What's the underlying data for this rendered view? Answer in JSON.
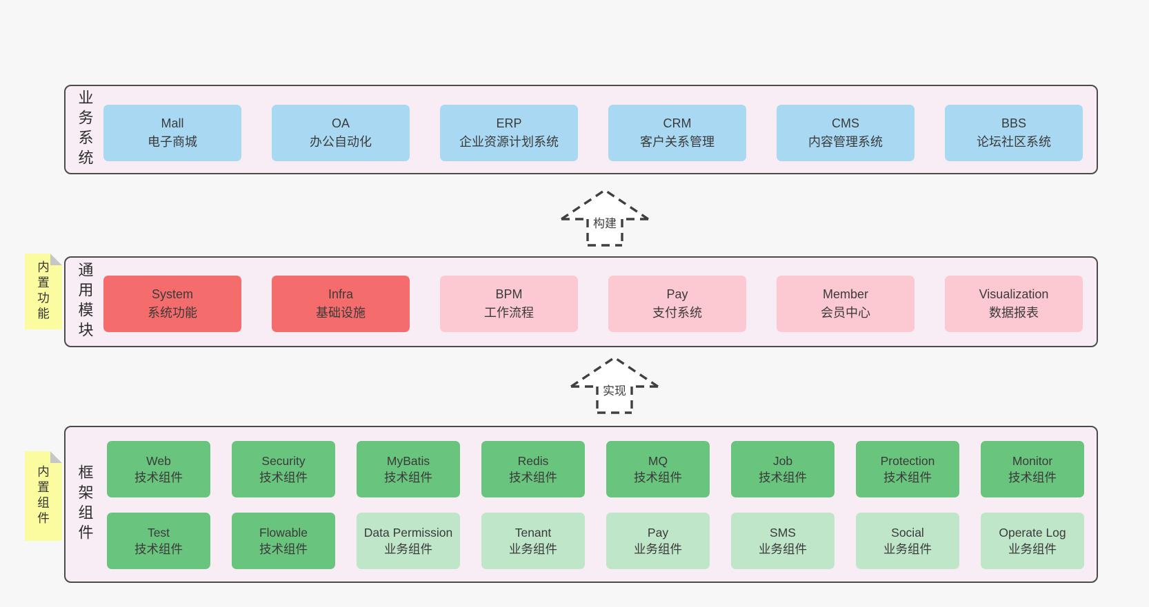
{
  "colors": {
    "page_bg": "#f7f7f7",
    "panel_bg": "#f9edf5",
    "panel_border": "#4a4a4a",
    "blue": "#a9d9f2",
    "red": "#f56c6c",
    "pink": "#fcc8d2",
    "green": "#69c57e",
    "light_green": "#bfe6c9",
    "sticky_yellow": "#fbfb9f",
    "text": "#3a3a3a"
  },
  "business": {
    "label": "业务系统",
    "items": [
      {
        "name": "Mall",
        "desc": "电子商城",
        "variant": "blue"
      },
      {
        "name": "OA",
        "desc": "办公自动化",
        "variant": "blue"
      },
      {
        "name": "ERP",
        "desc": "企业资源计划系统",
        "variant": "blue"
      },
      {
        "name": "CRM",
        "desc": "客户关系管理",
        "variant": "blue"
      },
      {
        "name": "CMS",
        "desc": "内容管理系统",
        "variant": "blue"
      },
      {
        "name": "BBS",
        "desc": "论坛社区系统",
        "variant": "blue"
      }
    ]
  },
  "build_arrow": {
    "label": "构建"
  },
  "common": {
    "label": "通用模块",
    "sticky": "内置功能",
    "items": [
      {
        "name": "System",
        "desc": "系统功能",
        "variant": "red"
      },
      {
        "name": "Infra",
        "desc": "基础设施",
        "variant": "red"
      },
      {
        "name": "BPM",
        "desc": "工作流程",
        "variant": "pink"
      },
      {
        "name": "Pay",
        "desc": "支付系统",
        "variant": "pink"
      },
      {
        "name": "Member",
        "desc": "会员中心",
        "variant": "pink"
      },
      {
        "name": "Visualization",
        "desc": "数据报表",
        "variant": "pink"
      }
    ]
  },
  "implement_arrow": {
    "label": "实现"
  },
  "framework": {
    "label": "框架组件",
    "sticky": "内置组件",
    "row1": [
      {
        "name": "Web",
        "desc": "技术组件",
        "variant": "green"
      },
      {
        "name": "Security",
        "desc": "技术组件",
        "variant": "green"
      },
      {
        "name": "MyBatis",
        "desc": "技术组件",
        "variant": "green"
      },
      {
        "name": "Redis",
        "desc": "技术组件",
        "variant": "green"
      },
      {
        "name": "MQ",
        "desc": "技术组件",
        "variant": "green"
      },
      {
        "name": "Job",
        "desc": "技术组件",
        "variant": "green"
      },
      {
        "name": "Protection",
        "desc": "技术组件",
        "variant": "green"
      },
      {
        "name": "Monitor",
        "desc": "技术组件",
        "variant": "green"
      }
    ],
    "row2": [
      {
        "name": "Test",
        "desc": "技术组件",
        "variant": "green"
      },
      {
        "name": "Flowable",
        "desc": "技术组件",
        "variant": "green"
      },
      {
        "name": "Data Permission",
        "desc": "业务组件",
        "variant": "light-green"
      },
      {
        "name": "Tenant",
        "desc": "业务组件",
        "variant": "light-green"
      },
      {
        "name": "Pay",
        "desc": "业务组件",
        "variant": "light-green"
      },
      {
        "name": "SMS",
        "desc": "业务组件",
        "variant": "light-green"
      },
      {
        "name": "Social",
        "desc": "业务组件",
        "variant": "light-green"
      },
      {
        "name": "Operate Log",
        "desc": "业务组件",
        "variant": "light-green"
      }
    ]
  }
}
